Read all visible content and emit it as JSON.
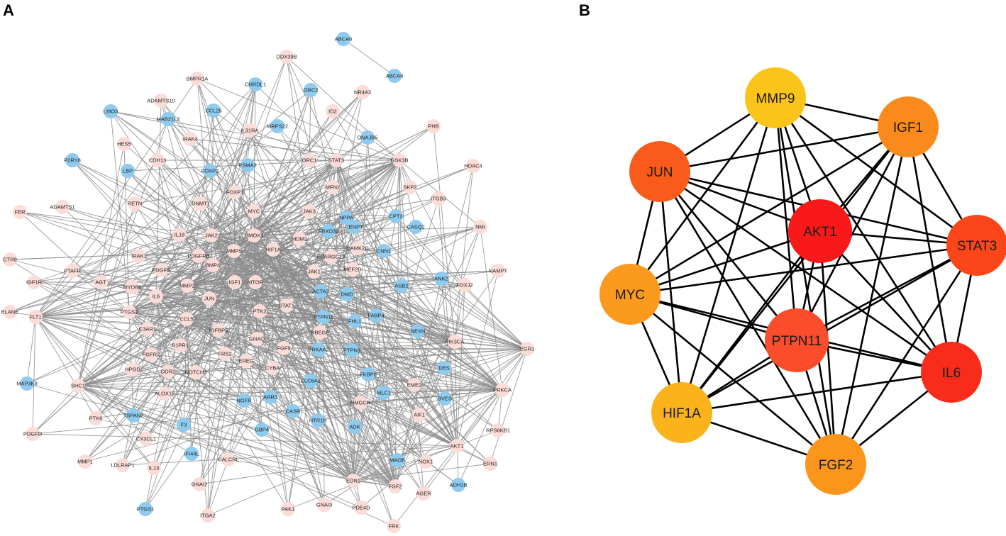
{
  "panel_a": {
    "label": "A",
    "colors": {
      "up": "#fbdcd7",
      "down": "#8ecbee",
      "edge": "#8a8a8a"
    },
    "nodes": [
      {
        "name": "ABCA6",
        "group": "down"
      },
      {
        "name": "ABCA8",
        "group": "down"
      },
      {
        "name": "DDX39B",
        "group": "up"
      },
      {
        "name": "BMPR1A",
        "group": "up"
      },
      {
        "name": "CHRDL1",
        "group": "down"
      },
      {
        "name": "ORC2",
        "group": "down"
      },
      {
        "name": "NR4A3",
        "group": "up"
      },
      {
        "name": "ADAMTS10",
        "group": "up"
      },
      {
        "name": "LMO3",
        "group": "down"
      },
      {
        "name": "MAB21L2",
        "group": "down"
      },
      {
        "name": "CCL25",
        "group": "down"
      },
      {
        "name": "MRPS22",
        "group": "down"
      },
      {
        "name": "ID2",
        "group": "up"
      },
      {
        "name": "IL31RA",
        "group": "up"
      },
      {
        "name": "IRAK4",
        "group": "up"
      },
      {
        "name": "HES5",
        "group": "up"
      },
      {
        "name": "PHB",
        "group": "up"
      },
      {
        "name": "DNAJB5",
        "group": "down"
      },
      {
        "name": "P2RY8",
        "group": "down"
      },
      {
        "name": "CDH13",
        "group": "up"
      },
      {
        "name": "LBP",
        "group": "down"
      },
      {
        "name": "FOXP2",
        "group": "down"
      },
      {
        "name": "PSMA3",
        "group": "down"
      },
      {
        "name": "ORC1",
        "group": "up"
      },
      {
        "name": "STAT3",
        "group": "up"
      },
      {
        "name": "GSK3B",
        "group": "up"
      },
      {
        "name": "HDAC4",
        "group": "up"
      },
      {
        "name": "FOXP1",
        "group": "up"
      },
      {
        "name": "MFN2",
        "group": "up"
      },
      {
        "name": "SKP2",
        "group": "up"
      },
      {
        "name": "RETN",
        "group": "up"
      },
      {
        "name": "DNMT1",
        "group": "up"
      },
      {
        "name": "ADAMTS1",
        "group": "up"
      },
      {
        "name": "FER",
        "group": "up"
      },
      {
        "name": "MYC",
        "group": "up"
      },
      {
        "name": "JAK3",
        "group": "up"
      },
      {
        "name": "ITGB3",
        "group": "up"
      },
      {
        "name": "NPPA",
        "group": "down"
      },
      {
        "name": "CPT2",
        "group": "down"
      },
      {
        "name": "HMOX1",
        "group": "up"
      },
      {
        "name": "FBXO32",
        "group": "down"
      },
      {
        "name": "CENPT",
        "group": "down"
      },
      {
        "name": "CASQ2",
        "group": "down"
      },
      {
        "name": "NMI",
        "group": "up"
      },
      {
        "name": "IL18",
        "group": "up"
      },
      {
        "name": "JAK2",
        "group": "up"
      },
      {
        "name": "MDM2",
        "group": "up"
      },
      {
        "name": "CTR9",
        "group": "up"
      },
      {
        "name": "IRAK1",
        "group": "up"
      },
      {
        "name": "PDGFRB",
        "group": "up"
      },
      {
        "name": "HIF1A",
        "group": "up"
      },
      {
        "name": "CAMK2D",
        "group": "up"
      },
      {
        "name": "PDGFB",
        "group": "up"
      },
      {
        "name": "MMP9",
        "group": "up"
      },
      {
        "name": "PPARGC1A",
        "group": "up"
      },
      {
        "name": "CNN1",
        "group": "down"
      },
      {
        "name": "PTAFR",
        "group": "up"
      },
      {
        "name": "BMP4",
        "group": "up"
      },
      {
        "name": "JAK1",
        "group": "up"
      },
      {
        "name": "MEF2D",
        "group": "up"
      },
      {
        "name": "NAMPT",
        "group": "up"
      },
      {
        "name": "IGF1R",
        "group": "up"
      },
      {
        "name": "AGT",
        "group": "up"
      },
      {
        "name": "MYD88",
        "group": "up"
      },
      {
        "name": "ANK2",
        "group": "down"
      },
      {
        "name": "FOXJ2",
        "group": "up"
      },
      {
        "name": "MMP2",
        "group": "up"
      },
      {
        "name": "IGF1",
        "group": "up"
      },
      {
        "name": "MTOR",
        "group": "up"
      },
      {
        "name": "ACTA2",
        "group": "down"
      },
      {
        "name": "ASB2",
        "group": "down"
      },
      {
        "name": "IL6",
        "group": "up"
      },
      {
        "name": "DMD",
        "group": "down"
      },
      {
        "name": "ELANE",
        "group": "up"
      },
      {
        "name": "JUN",
        "group": "up"
      },
      {
        "name": "PTGS2",
        "group": "up"
      },
      {
        "name": "PTK2",
        "group": "up"
      },
      {
        "name": "STAT1",
        "group": "up"
      },
      {
        "name": "PTPN11",
        "group": "down"
      },
      {
        "name": "FHL1",
        "group": "down"
      },
      {
        "name": "FABP4",
        "group": "down"
      },
      {
        "name": "FLT1",
        "group": "up"
      },
      {
        "name": "CCL5",
        "group": "up"
      },
      {
        "name": "IGFBP5",
        "group": "up"
      },
      {
        "name": "C3AR1",
        "group": "up"
      },
      {
        "name": "HBEGF",
        "group": "up"
      },
      {
        "name": "GNAQ",
        "group": "up"
      },
      {
        "name": "NEXN",
        "group": "down"
      },
      {
        "name": "S1PR1",
        "group": "up"
      },
      {
        "name": "PIK3CA",
        "group": "up"
      },
      {
        "name": "EGR1",
        "group": "up"
      },
      {
        "name": "FGFR2",
        "group": "up"
      },
      {
        "name": "PRKAA2",
        "group": "down"
      },
      {
        "name": "PTPN1",
        "group": "down"
      },
      {
        "name": "FRS2",
        "group": "up"
      },
      {
        "name": "FGF9",
        "group": "up"
      },
      {
        "name": "HPGD",
        "group": "up"
      },
      {
        "name": "DES",
        "group": "down"
      },
      {
        "name": "EREG",
        "group": "up"
      },
      {
        "name": "CYBA",
        "group": "up"
      },
      {
        "name": "DDR2",
        "group": "up"
      },
      {
        "name": "NOTCH3",
        "group": "up"
      },
      {
        "name": "FKBP8",
        "group": "down"
      },
      {
        "name": "MAP3K9",
        "group": "down"
      },
      {
        "name": "SHC1",
        "group": "up"
      },
      {
        "name": "SLC6A3",
        "group": "down"
      },
      {
        "name": "EME2",
        "group": "up"
      },
      {
        "name": "ALOX12",
        "group": "up"
      },
      {
        "name": "PRKCA",
        "group": "up"
      },
      {
        "name": "ARR3",
        "group": "down"
      },
      {
        "name": "MLC1",
        "group": "down"
      },
      {
        "name": "NGFR",
        "group": "down"
      },
      {
        "name": "BVES",
        "group": "down"
      },
      {
        "name": "HMGCR",
        "group": "up"
      },
      {
        "name": "TSPAN2",
        "group": "down"
      },
      {
        "name": "CASR",
        "group": "down"
      },
      {
        "name": "PTK6",
        "group": "up"
      },
      {
        "name": "AIF1",
        "group": "up"
      },
      {
        "name": "F3",
        "group": "down"
      },
      {
        "name": "GBP4",
        "group": "down"
      },
      {
        "name": "HTR1B",
        "group": "down"
      },
      {
        "name": "ADK",
        "group": "down"
      },
      {
        "name": "RPS6KB1",
        "group": "up"
      },
      {
        "name": "CX3CL1",
        "group": "up"
      },
      {
        "name": "PDGFD",
        "group": "up"
      },
      {
        "name": "IFI44L",
        "group": "down"
      },
      {
        "name": "CALCRL",
        "group": "up"
      },
      {
        "name": "AKT1",
        "group": "up"
      },
      {
        "name": "NOX1",
        "group": "up"
      },
      {
        "name": "MAOB",
        "group": "down"
      },
      {
        "name": "MMP1",
        "group": "up"
      },
      {
        "name": "LDLRAP1",
        "group": "up"
      },
      {
        "name": "ERN1",
        "group": "up"
      },
      {
        "name": "IL13",
        "group": "up"
      },
      {
        "name": "ADH1B",
        "group": "down"
      },
      {
        "name": "GNAI2",
        "group": "up"
      },
      {
        "name": "EDN1",
        "group": "up"
      },
      {
        "name": "FGF2",
        "group": "up"
      },
      {
        "name": "AGER",
        "group": "up"
      },
      {
        "name": "PTGS1",
        "group": "down"
      },
      {
        "name": "ITGA2",
        "group": "up"
      },
      {
        "name": "PAK1",
        "group": "up"
      },
      {
        "name": "GNAI3",
        "group": "up"
      },
      {
        "name": "PDE4D",
        "group": "up"
      },
      {
        "name": "FRK",
        "group": "up"
      }
    ]
  },
  "panel_b": {
    "label": "B",
    "edge_color": "#000000",
    "nodes": [
      {
        "name": "MMP9",
        "color": "#fac41a"
      },
      {
        "name": "IGF1",
        "color": "#fb8a1c"
      },
      {
        "name": "JUN",
        "color": "#fb5b1a"
      },
      {
        "name": "AKT1",
        "color": "#f9191a"
      },
      {
        "name": "STAT3",
        "color": "#fb461a"
      },
      {
        "name": "MYC",
        "color": "#fc9a1e"
      },
      {
        "name": "PTPN11",
        "color": "#fb4d2c"
      },
      {
        "name": "IL6",
        "color": "#f92b1a"
      },
      {
        "name": "HIF1A",
        "color": "#fbb31b"
      },
      {
        "name": "FGF2",
        "color": "#fb961c"
      }
    ],
    "edges": [
      [
        "MMP9",
        "IGF1"
      ],
      [
        "MMP9",
        "JUN"
      ],
      [
        "MMP9",
        "AKT1"
      ],
      [
        "MMP9",
        "STAT3"
      ],
      [
        "MMP9",
        "MYC"
      ],
      [
        "MMP9",
        "PTPN11"
      ],
      [
        "MMP9",
        "IL6"
      ],
      [
        "MMP9",
        "HIF1A"
      ],
      [
        "MMP9",
        "FGF2"
      ],
      [
        "IGF1",
        "JUN"
      ],
      [
        "IGF1",
        "AKT1"
      ],
      [
        "IGF1",
        "STAT3"
      ],
      [
        "IGF1",
        "MYC"
      ],
      [
        "IGF1",
        "PTPN11"
      ],
      [
        "IGF1",
        "IL6"
      ],
      [
        "IGF1",
        "HIF1A"
      ],
      [
        "IGF1",
        "FGF2"
      ],
      [
        "JUN",
        "AKT1"
      ],
      [
        "JUN",
        "STAT3"
      ],
      [
        "JUN",
        "MYC"
      ],
      [
        "JUN",
        "PTPN11"
      ],
      [
        "JUN",
        "IL6"
      ],
      [
        "JUN",
        "HIF1A"
      ],
      [
        "JUN",
        "FGF2"
      ],
      [
        "AKT1",
        "STAT3"
      ],
      [
        "AKT1",
        "MYC"
      ],
      [
        "AKT1",
        "PTPN11"
      ],
      [
        "AKT1",
        "IL6"
      ],
      [
        "AKT1",
        "HIF1A"
      ],
      [
        "AKT1",
        "FGF2"
      ],
      [
        "STAT3",
        "MYC"
      ],
      [
        "STAT3",
        "PTPN11"
      ],
      [
        "STAT3",
        "IL6"
      ],
      [
        "STAT3",
        "HIF1A"
      ],
      [
        "STAT3",
        "FGF2"
      ],
      [
        "MYC",
        "PTPN11"
      ],
      [
        "MYC",
        "IL6"
      ],
      [
        "MYC",
        "HIF1A"
      ],
      [
        "MYC",
        "FGF2"
      ],
      [
        "PTPN11",
        "IL6"
      ],
      [
        "PTPN11",
        "HIF1A"
      ],
      [
        "PTPN11",
        "FGF2"
      ],
      [
        "IL6",
        "HIF1A"
      ],
      [
        "IL6",
        "FGF2"
      ],
      [
        "HIF1A",
        "FGF2"
      ]
    ]
  }
}
